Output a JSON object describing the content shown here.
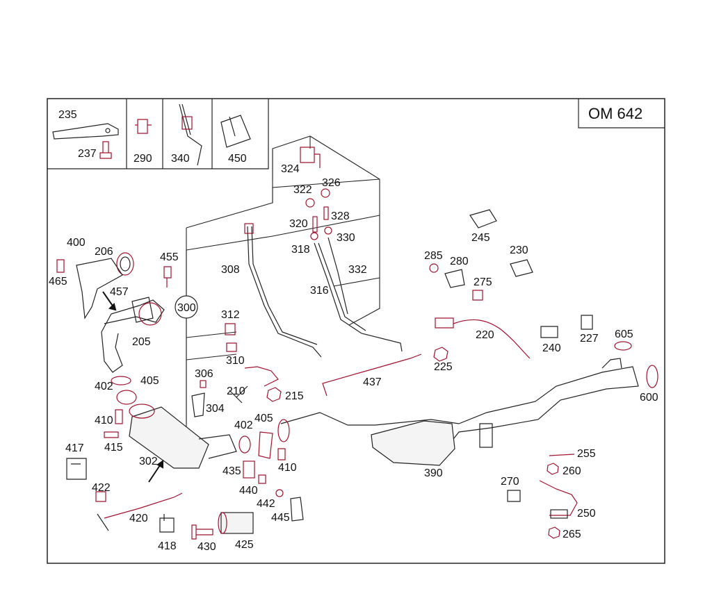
{
  "engine_code": "OM  642",
  "labels": {
    "p235": "235",
    "p237": "237",
    "p290": "290",
    "p340": "340",
    "p450": "450",
    "p324": "324",
    "p322": "322",
    "p326": "326",
    "p328": "328",
    "p320": "320",
    "p318": "318",
    "p330": "330",
    "p308": "308",
    "p316": "316",
    "p332": "332",
    "p400": "400",
    "p206": "206",
    "p455": "455",
    "p465": "465",
    "p457": "457",
    "p300": "300",
    "p205": "205",
    "p312": "312",
    "p310": "310",
    "p306": "306",
    "p304": "304",
    "p210": "210",
    "p215": "215",
    "p402a": "402",
    "p405a": "405",
    "p410a": "410",
    "p415": "415",
    "p417": "417",
    "p302": "302",
    "p402b": "402",
    "p405b": "405",
    "p410b": "410",
    "p435": "435",
    "p422": "422",
    "p420": "420",
    "p418": "418",
    "p430": "430",
    "p425": "425",
    "p440": "440",
    "p442": "442",
    "p445": "445",
    "p437": "437",
    "p225": "225",
    "p220": "220",
    "p390": "390",
    "p245": "245",
    "p285": "285",
    "p280": "280",
    "p230": "230",
    "p275": "275",
    "p240": "240",
    "p227": "227",
    "p605": "605",
    "p600": "600",
    "p255": "255",
    "p260": "260",
    "p270": "270",
    "p250": "250",
    "p265": "265"
  },
  "colors": {
    "outline": "#a1132e",
    "frame": "#222222",
    "label": "#111111"
  }
}
